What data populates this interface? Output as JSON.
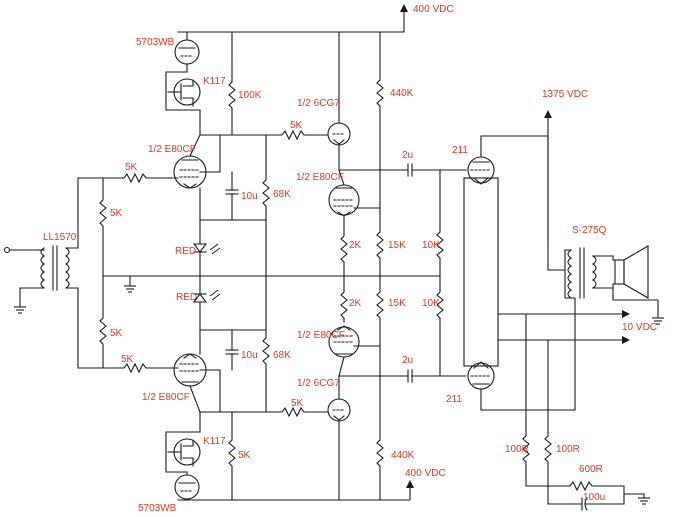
{
  "labels": {
    "top_supply": "400 VDC",
    "bottom_supply": "400 VDC",
    "output_supply": "1375 VDC",
    "heater_supply": "10 VDC",
    "input_transformer": "LL1570",
    "output_transformer": "S-275Q",
    "ccs_top_tube": "5703WB",
    "ccs_bottom_tube": "5703WB",
    "fet_top": "K117",
    "fet_bottom": "K117",
    "r_top_100k": "100K",
    "r_bottom_5k": "5K",
    "input_tube_top": "1/2 E80CF",
    "input_tube_bottom": "1/2 E80CF",
    "driver_tube_top": "1/2 E80CF",
    "driver_tube_bottom": "1/2 E80CF",
    "follower_top": "1/2 6CG7",
    "follower_bottom": "1/2 6CG7",
    "r_grid_top": "5K",
    "r_grid_bottom": "5K",
    "r_in_top": "5K",
    "r_in_bottom": "5K",
    "r_shunt_top": "5K",
    "r_shunt_bottom": "5K",
    "cap_top": "10u",
    "cap_bottom": "10u",
    "r_68k_top": "68K",
    "r_68k_bottom": "68K",
    "led_top": "RED",
    "led_bottom": "RED",
    "r_2k_top": "2K",
    "r_2k_bottom": "2K",
    "r_15k_top": "15K",
    "r_15k_bottom": "15K",
    "r_440k_top": "440K",
    "r_440k_bottom": "440K",
    "r_10k_top": "10K",
    "r_10k_bottom": "10K",
    "coupling_top": "2u",
    "coupling_bottom": "2u",
    "output_tube_top": "211",
    "output_tube_bottom": "211",
    "r_100r_left": "100R",
    "r_100r_right": "100R",
    "r_600r": "600R",
    "cap_100u": "100u"
  }
}
